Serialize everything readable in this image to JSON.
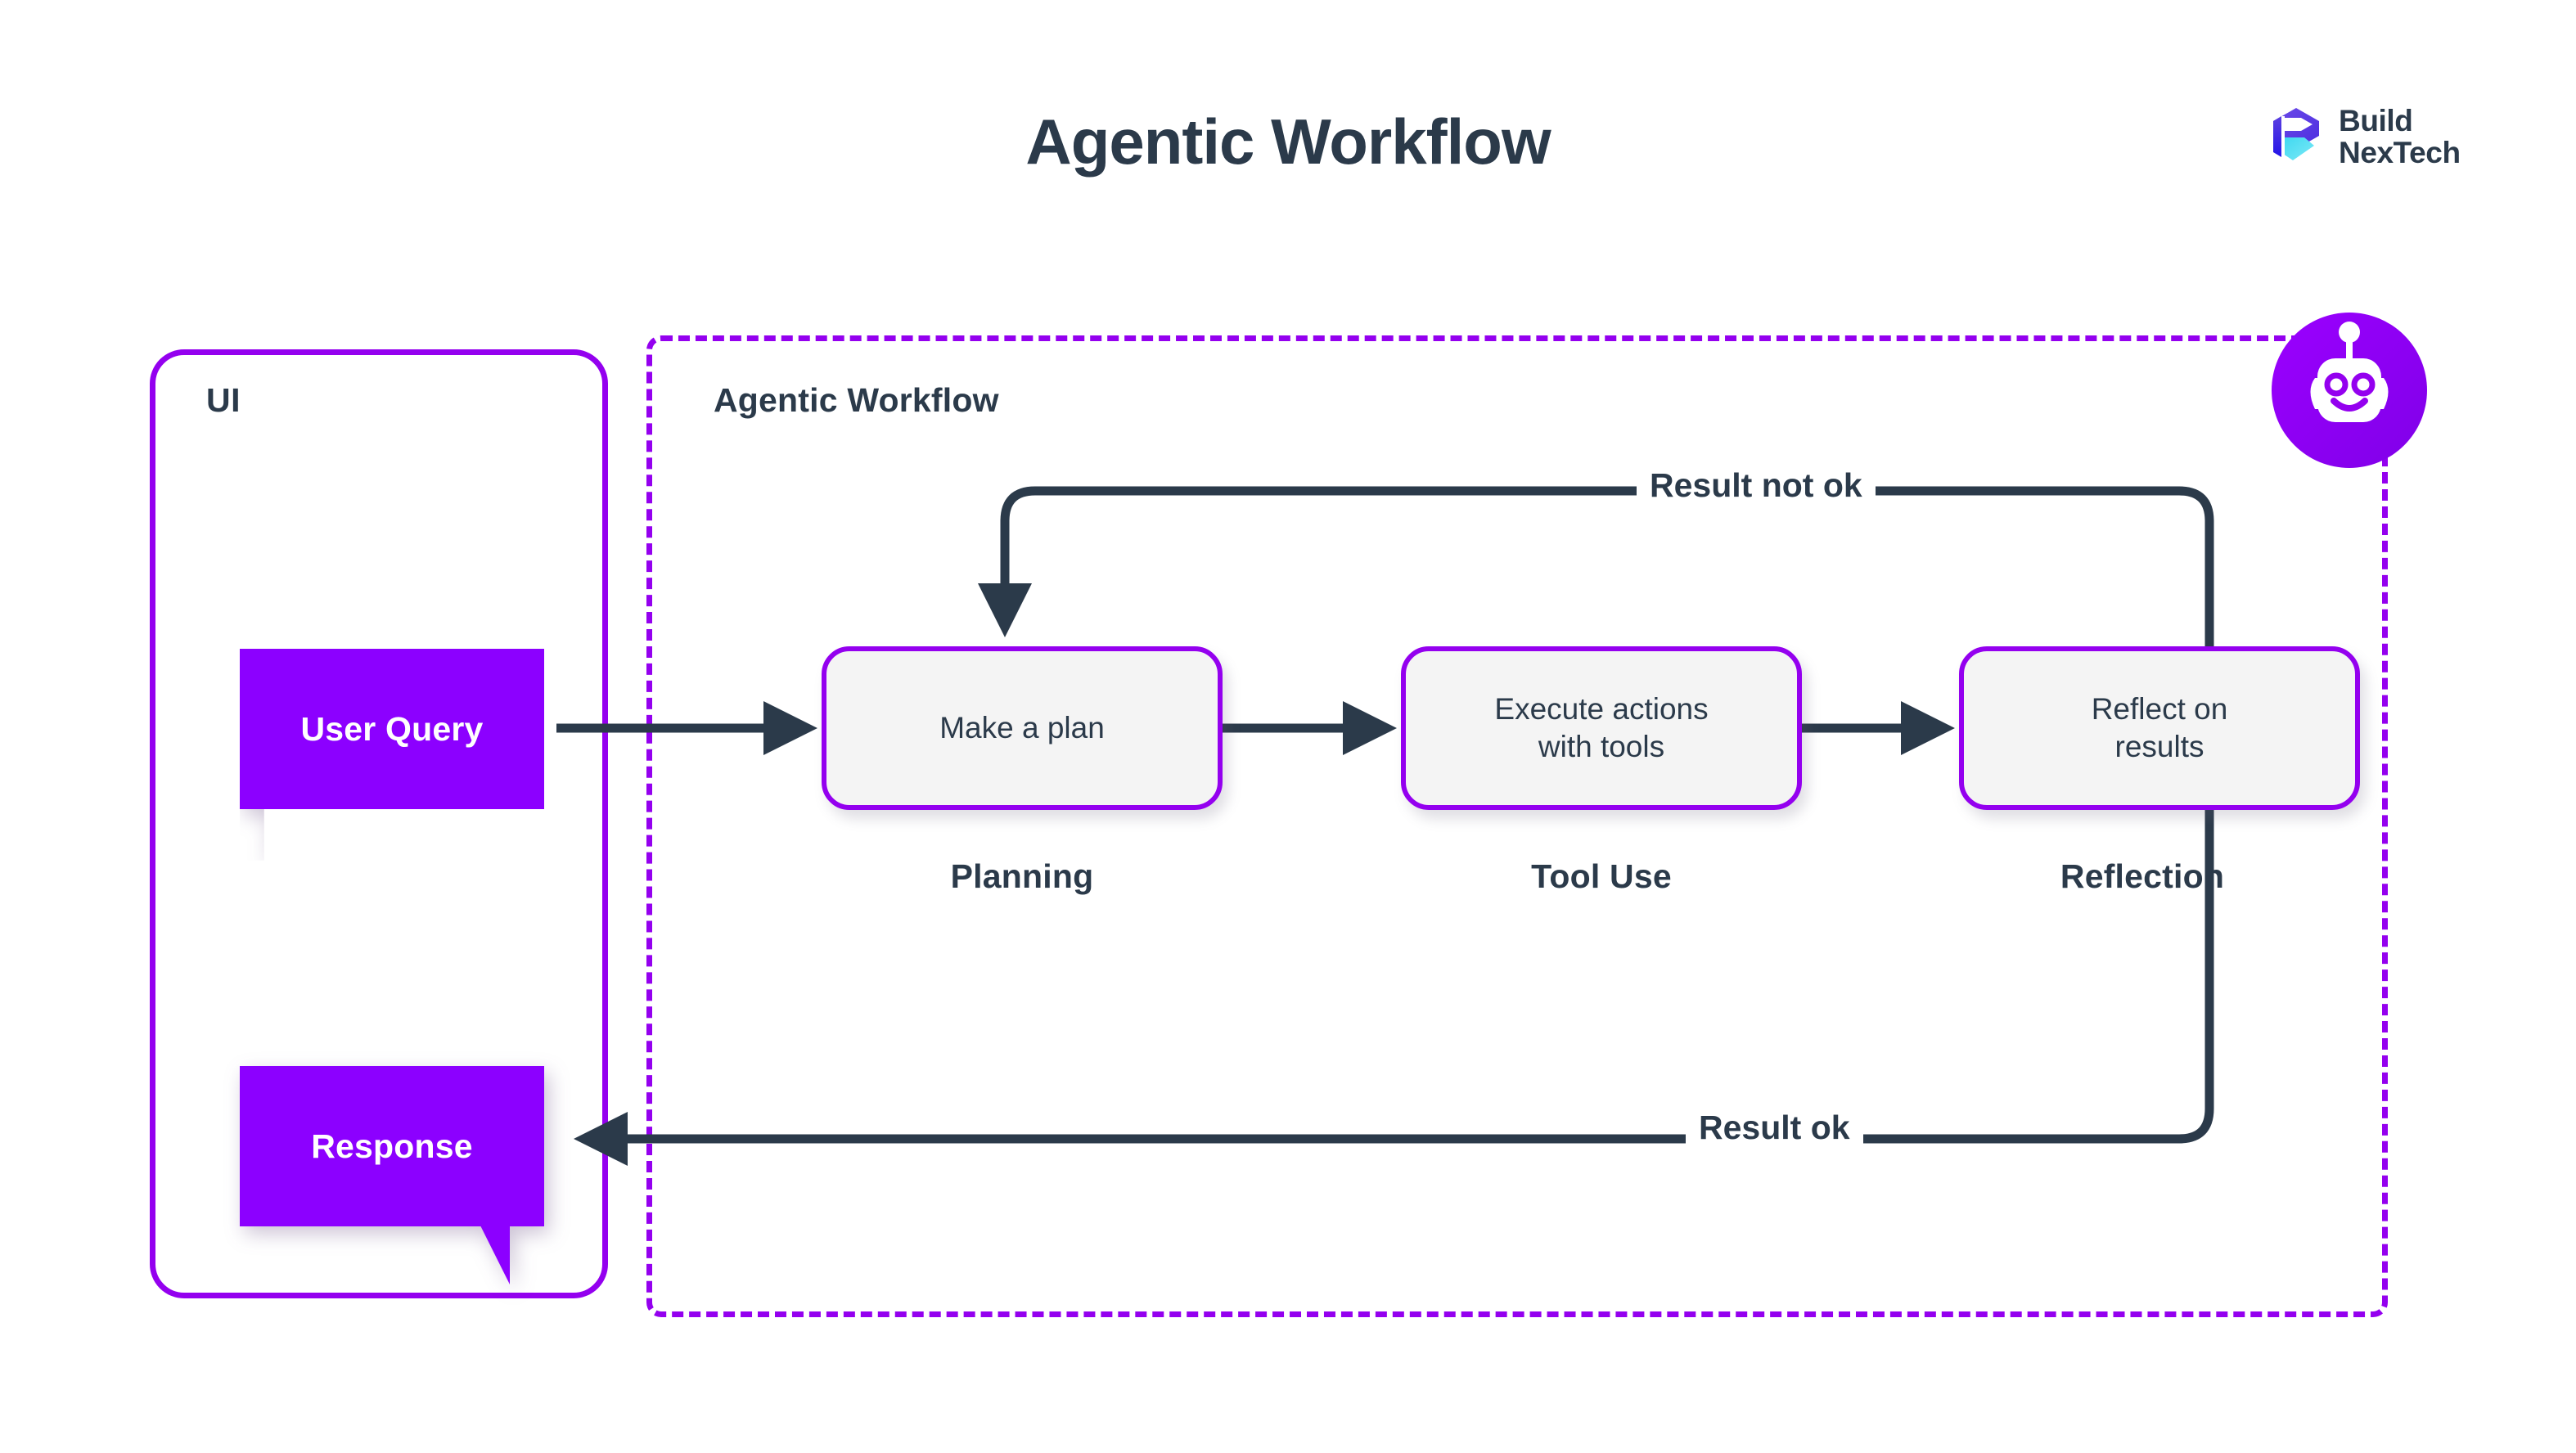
{
  "page": {
    "title": "Agentic Workflow",
    "background": "#ffffff"
  },
  "brand": {
    "line1": "Build",
    "line2": "NexTech",
    "mark_icon": "hexagon-b-logo-icon",
    "colors": {
      "mark_purple": "#5b3fe0",
      "mark_blue": "#2b1ee8",
      "mark_cyan": "#3fd8f0",
      "text": "#2b3a4a"
    }
  },
  "colors": {
    "accent_purple": "#9400ef",
    "bubble_purple": "#8c00ff",
    "ink_navy": "#2b3a4a",
    "box_fill": "#f4f4f4",
    "white": "#ffffff"
  },
  "ui_panel": {
    "label": "UI",
    "border_style": "solid",
    "border_color": "#9400ef",
    "bubbles": [
      {
        "name": "user-query",
        "text": "User Query",
        "tail": "bottom-left",
        "fill": "#8c00ff"
      },
      {
        "name": "response",
        "text": "Response",
        "tail": "bottom-right",
        "fill": "#8c00ff"
      }
    ]
  },
  "agentic_region": {
    "label": "Agentic Workflow",
    "border_style": "dashed",
    "border_color": "#9400ef",
    "avatar_icon": "robot-avatar-icon"
  },
  "stages": [
    {
      "id": "planning",
      "box_text": "Make a plan",
      "caption": "Planning"
    },
    {
      "id": "tool_use",
      "box_text": "Execute actions\nwith tools",
      "caption": "Tool Use"
    },
    {
      "id": "reflection",
      "box_text": "Reflect on\nresults",
      "caption": "Reflection"
    }
  ],
  "edges": [
    {
      "id": "user-to-planning",
      "label": "",
      "from": "user-query",
      "to": "planning",
      "arrow": true
    },
    {
      "id": "planning-to-tooluse",
      "label": "",
      "from": "planning",
      "to": "tool_use",
      "arrow": true
    },
    {
      "id": "tooluse-to-reflection",
      "label": "",
      "from": "tool_use",
      "to": "reflection",
      "arrow": true
    },
    {
      "id": "reflection-retry",
      "label": "Result not ok",
      "from": "reflection",
      "to": "planning",
      "arrow": true
    },
    {
      "id": "reflection-done",
      "label": "Result ok",
      "from": "reflection",
      "to": "response",
      "arrow": true
    }
  ],
  "chart_data": {
    "type": "diagram",
    "title": "Agentic Workflow",
    "nodes": [
      {
        "id": "user-query",
        "label": "User Query",
        "group": "UI"
      },
      {
        "id": "planning",
        "label": "Make a plan",
        "group": "Agentic Workflow",
        "stage": "Planning"
      },
      {
        "id": "tool_use",
        "label": "Execute actions with tools",
        "group": "Agentic Workflow",
        "stage": "Tool Use"
      },
      {
        "id": "reflection",
        "label": "Reflect on results",
        "group": "Agentic Workflow",
        "stage": "Reflection"
      },
      {
        "id": "response",
        "label": "Response",
        "group": "UI"
      }
    ],
    "links": [
      {
        "source": "user-query",
        "target": "planning",
        "label": ""
      },
      {
        "source": "planning",
        "target": "tool_use",
        "label": ""
      },
      {
        "source": "tool_use",
        "target": "reflection",
        "label": ""
      },
      {
        "source": "reflection",
        "target": "planning",
        "label": "Result not ok"
      },
      {
        "source": "reflection",
        "target": "response",
        "label": "Result ok"
      }
    ]
  }
}
